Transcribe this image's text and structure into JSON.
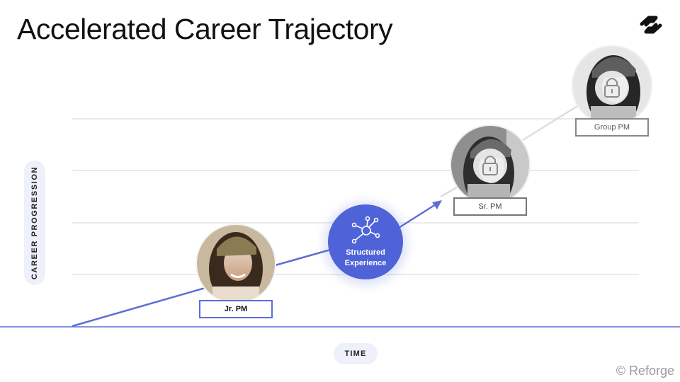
{
  "title": "Accelerated Career Trajectory",
  "axis": {
    "y_label": "CAREER PROGRESSION",
    "x_label": "TIME"
  },
  "hub": {
    "line1": "Structured",
    "line2": "Experience",
    "icon": "network-nodes-icon"
  },
  "roles": [
    {
      "label": "Jr. PM",
      "state": "current"
    },
    {
      "label": "Sr. PM",
      "state": "locked"
    },
    {
      "label": "Group PM",
      "state": "locked"
    }
  ],
  "colors": {
    "accent": "#5b6fd6",
    "pill_bg": "#eef0fb",
    "grid": "#e4e4e4",
    "locked_line": "#dddddd"
  },
  "copyright": "© Reforge"
}
